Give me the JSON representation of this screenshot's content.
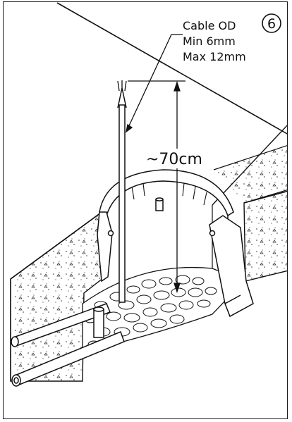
{
  "step_number": "6",
  "cable_spec": {
    "title": "Cable OD",
    "min": "Min 6mm",
    "max": "Max 12mm"
  },
  "depth_label": "~70cm",
  "colors": {
    "line": "#111111",
    "stipple": "#333333",
    "stone_fill": "#ffffff",
    "background": "#ffffff"
  }
}
